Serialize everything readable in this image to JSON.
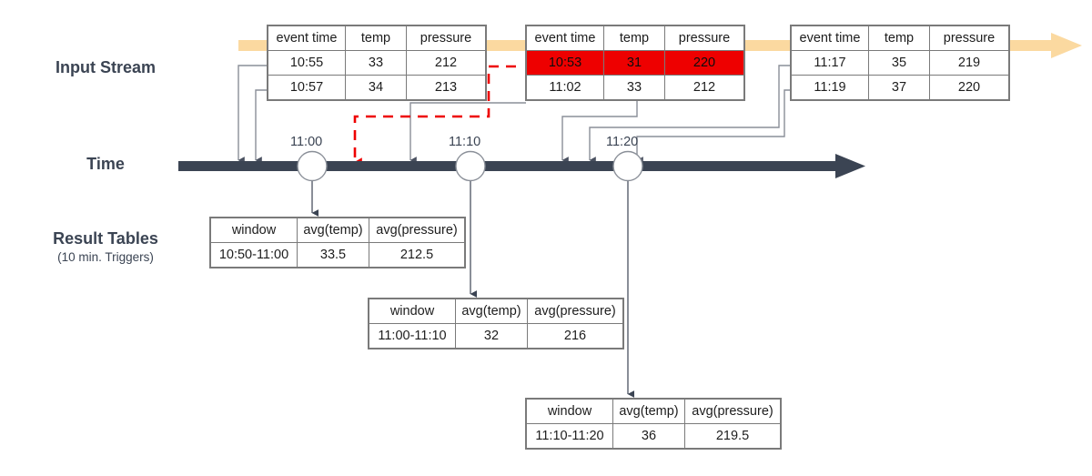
{
  "diagram": {
    "title": "Structured Streaming windowed aggregation with late data",
    "colors": {
      "stream_arrow": "#fbd9a0",
      "timeline": "#3b4453",
      "late_highlight": "#ee0000",
      "late_path": "#ee0000",
      "connector": "#8a8f98",
      "text": "#2b3440"
    }
  },
  "rows": {
    "input_stream": {
      "label": "Input Stream"
    },
    "time": {
      "label": "Time"
    },
    "result_tables": {
      "label": "Result Tables",
      "sublabel": "(10 min. Triggers)"
    }
  },
  "input_tables": [
    {
      "name": "input-table-1",
      "headers": [
        "event time",
        "temp",
        "pressure"
      ],
      "rows": [
        {
          "cells": [
            "10:55",
            "33",
            "212"
          ],
          "late": false
        },
        {
          "cells": [
            "10:57",
            "34",
            "213"
          ],
          "late": false
        }
      ]
    },
    {
      "name": "input-table-2",
      "headers": [
        "event time",
        "temp",
        "pressure"
      ],
      "rows": [
        {
          "cells": [
            "10:53",
            "31",
            "220"
          ],
          "late": true
        },
        {
          "cells": [
            "11:02",
            "33",
            "212"
          ],
          "late": false
        }
      ]
    },
    {
      "name": "input-table-3",
      "headers": [
        "event time",
        "temp",
        "pressure"
      ],
      "rows": [
        {
          "cells": [
            "11:17",
            "35",
            "219"
          ],
          "late": false
        },
        {
          "cells": [
            "11:19",
            "37",
            "220"
          ],
          "late": false
        }
      ]
    }
  ],
  "timeline": {
    "ticks": [
      "11:00",
      "11:10",
      "11:20"
    ]
  },
  "result_tables": [
    {
      "name": "result-table-1",
      "headers": [
        "window",
        "avg(temp)",
        "avg(pressure)"
      ],
      "rows": [
        {
          "cells": [
            "10:50-11:00",
            "33.5",
            "212.5"
          ]
        }
      ]
    },
    {
      "name": "result-table-2",
      "headers": [
        "window",
        "avg(temp)",
        "avg(pressure)"
      ],
      "rows": [
        {
          "cells": [
            "11:00-11:10",
            "32",
            "216"
          ]
        }
      ]
    },
    {
      "name": "result-table-3",
      "headers": [
        "window",
        "avg(temp)",
        "avg(pressure)"
      ],
      "rows": [
        {
          "cells": [
            "11:10-11:20",
            "36",
            "219.5"
          ]
        }
      ]
    }
  ]
}
